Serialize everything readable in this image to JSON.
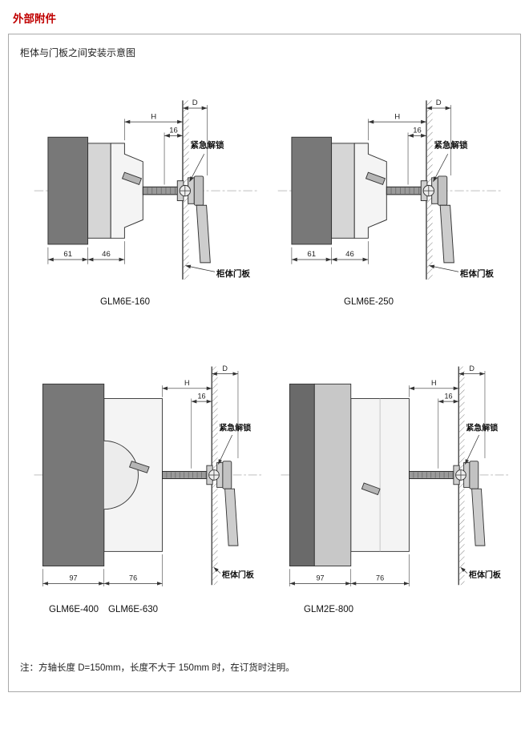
{
  "page": {
    "title": "外部附件",
    "section_title": "柜体与门板之间安装示意图",
    "note": "注：方轴长度 D=150mm，长度不大于 150mm 时，在订货时注明。",
    "accent_red": "#c00000"
  },
  "diagrams": [
    {
      "models": [
        "GLM6E-160"
      ],
      "dims": {
        "d": "D",
        "h": "H",
        "gap": "16",
        "depth": "61",
        "front": "46"
      },
      "callouts": {
        "unlock": "紧急解锁",
        "door": "柜体门板"
      }
    },
    {
      "models": [
        "GLM6E-250"
      ],
      "dims": {
        "d": "D",
        "h": "H",
        "gap": "16",
        "depth": "61",
        "front": "46"
      },
      "callouts": {
        "unlock": "紧急解锁",
        "door": "柜体门板"
      }
    },
    {
      "models": [
        "GLM6E-400",
        "GLM6E-630"
      ],
      "dims": {
        "d": "D",
        "h": "H",
        "gap": "16",
        "depth": "97",
        "front": "76"
      },
      "callouts": {
        "unlock": "紧急解锁",
        "door": "柜体门板"
      }
    },
    {
      "models": [
        "GLM2E-800"
      ],
      "dims": {
        "d": "D",
        "h": "H",
        "gap": "16",
        "depth": "97",
        "front": "76"
      },
      "callouts": {
        "unlock": "紧急解锁",
        "door": "柜体门板"
      }
    }
  ]
}
